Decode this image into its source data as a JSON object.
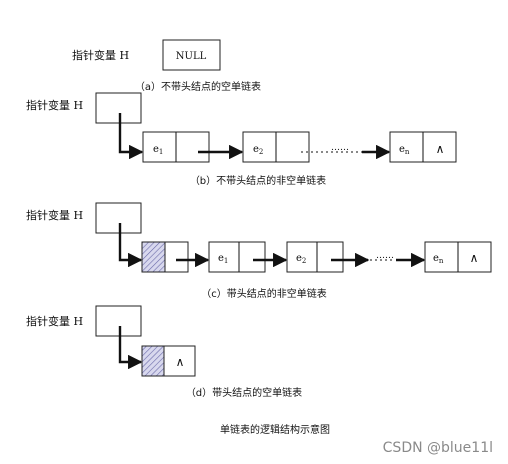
{
  "colors": {
    "line": "#111111",
    "head_fill": "#c8c8e6",
    "watermark": "#8a8a8a"
  },
  "pointer_label": "指针变量 H",
  "null_text": "NULL",
  "null_symbol": "∧",
  "ellipsis": "……",
  "elem": {
    "e1": {
      "base": "e",
      "sub": "1"
    },
    "e2": {
      "base": "e",
      "sub": "2"
    },
    "en": {
      "base": "e",
      "sub": "n"
    }
  },
  "captions": {
    "a": "（a）不带头结点的空单链表",
    "b": "（b）不带头结点的非空单链表",
    "c": "（c）带头结点的非空单链表",
    "d": "（d）带头结点的空单链表"
  },
  "figure_title": "单链表的逻辑结构示意图",
  "watermark": "CSDN @blue11l"
}
